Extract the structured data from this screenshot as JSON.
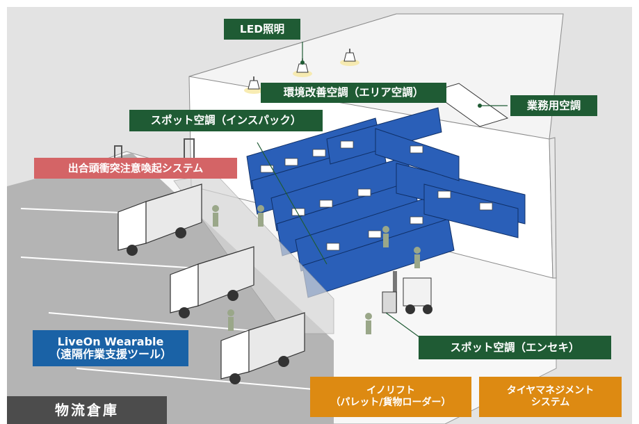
{
  "labels": {
    "led_lighting": "LED照明",
    "improved_ac": "環境改善空調（エリア空調）",
    "commercial_ac": "業務用空調",
    "spot_ac_inspack": "スポット空調（インスパック）",
    "collision_alert": "出合頭衝突注意喚起システム",
    "liveon_line1": "LiveOn Wearable",
    "liveon_line2": "（遠隔作業支援ツール）",
    "spot_ac_ensek": "スポット空調（エンセキ）",
    "inolift_line1": "イノリフト",
    "inolift_line2": "（パレット/貨物ローダー）",
    "tire_line1": "タイヤマネジメント",
    "tire_line2": "システム",
    "warehouse": "物流倉庫"
  },
  "colors": {
    "background": "#e3e3e3",
    "label_green": "#1f5b34",
    "label_red": "#d46466",
    "label_blue": "#1a62a6",
    "label_orange": "#dd8a12",
    "label_dark": "#4c4c4c",
    "shelf_blue": "#2a5fb8"
  },
  "icons": [
    "ceiling-lamp-icon",
    "truck-icon",
    "forklift-icon",
    "worker-icon",
    "shelf-rack-icon"
  ]
}
